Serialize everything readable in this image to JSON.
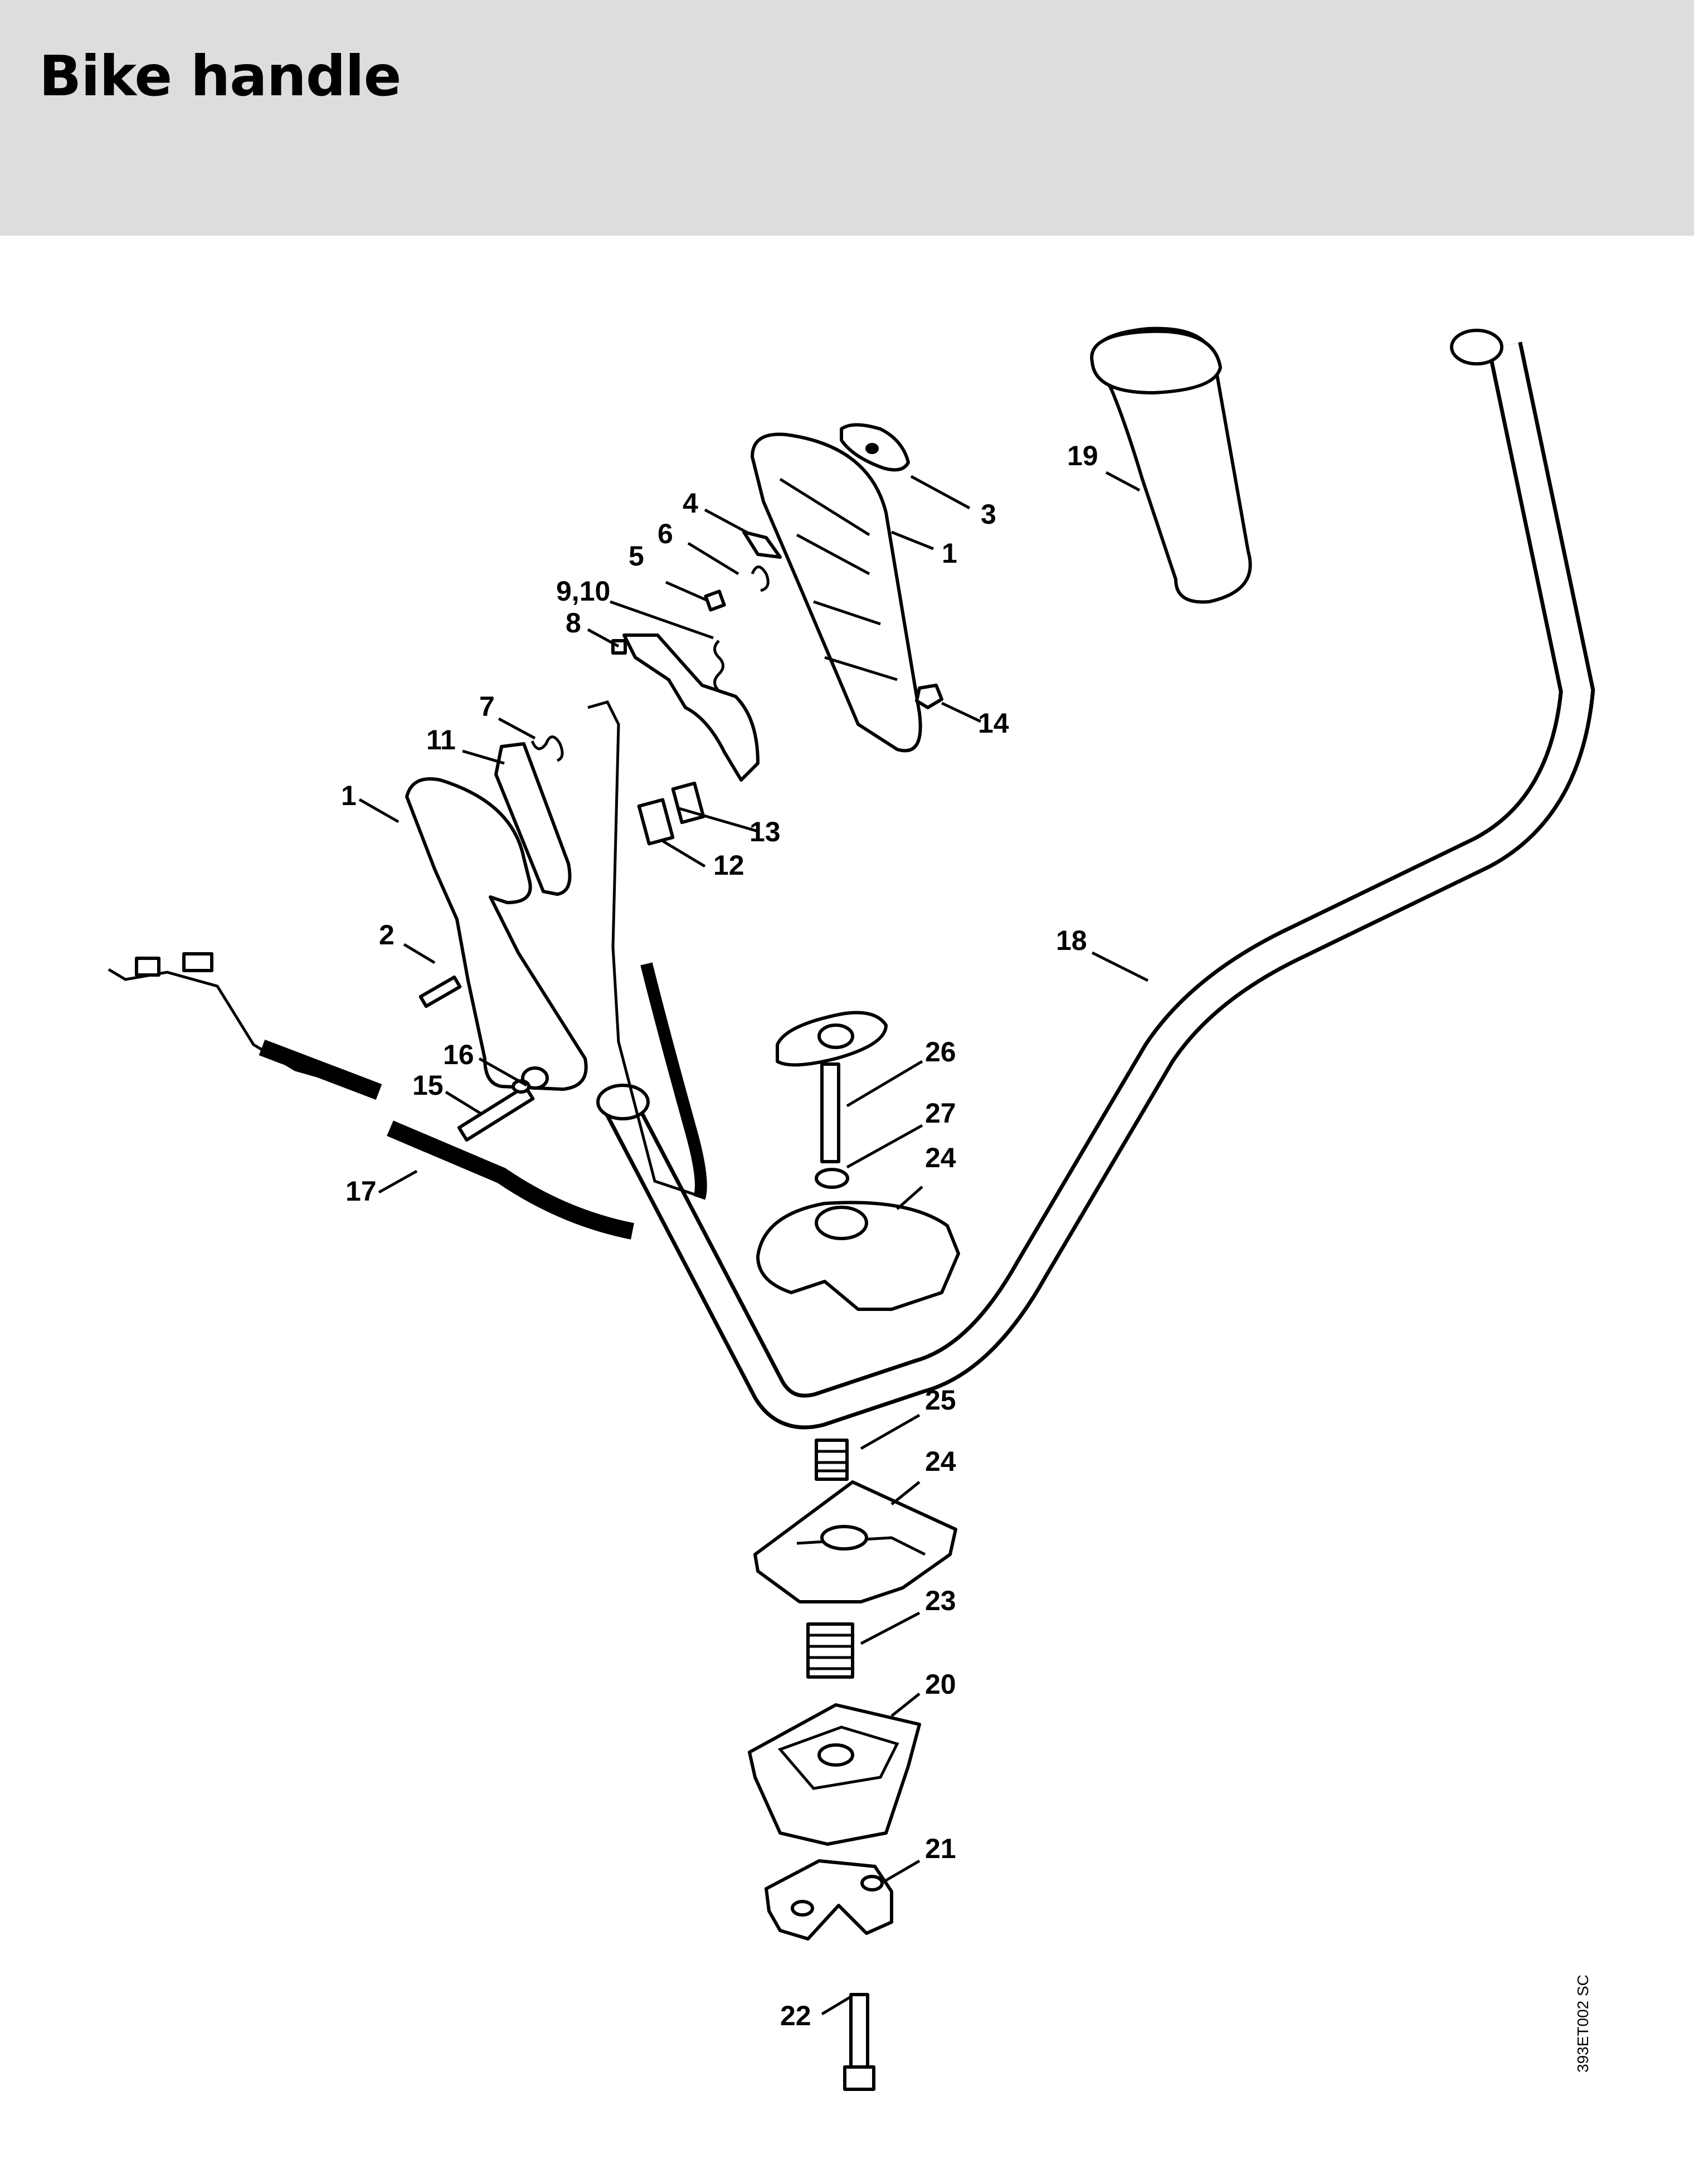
{
  "page": {
    "title": "Bike handle",
    "reference_code": "393ET002 SC"
  },
  "callouts": [
    {
      "id": "c19",
      "text": "19",
      "part": "grip"
    },
    {
      "id": "c3",
      "text": "3",
      "part": "handle-cap"
    },
    {
      "id": "c1a",
      "text": "1",
      "part": "control-handle-half-right"
    },
    {
      "id": "c4",
      "text": "4",
      "part": "contact-spring"
    },
    {
      "id": "c6",
      "text": "6",
      "part": "torsion-spring"
    },
    {
      "id": "c5",
      "text": "5",
      "part": "screw"
    },
    {
      "id": "c910",
      "text": "9,10",
      "part": "lock-lever-spring"
    },
    {
      "id": "c8",
      "text": "8",
      "part": "lock-lever"
    },
    {
      "id": "c14",
      "text": "14",
      "part": "nut"
    },
    {
      "id": "c7",
      "text": "7",
      "part": "spring"
    },
    {
      "id": "c11",
      "text": "11",
      "part": "trigger"
    },
    {
      "id": "c1b",
      "text": "1",
      "part": "control-handle-half-left"
    },
    {
      "id": "c13",
      "text": "13",
      "part": "switch-contact"
    },
    {
      "id": "c12",
      "text": "12",
      "part": "switch-contact"
    },
    {
      "id": "c2",
      "text": "2",
      "part": "screw"
    },
    {
      "id": "c18",
      "text": "18",
      "part": "handlebar"
    },
    {
      "id": "c16",
      "text": "16",
      "part": "washer"
    },
    {
      "id": "c15",
      "text": "15",
      "part": "screw"
    },
    {
      "id": "c26",
      "text": "26",
      "part": "wing-screw"
    },
    {
      "id": "c27",
      "text": "27",
      "part": "washer"
    },
    {
      "id": "c24a",
      "text": "24",
      "part": "clamp-upper"
    },
    {
      "id": "c17",
      "text": "17",
      "part": "wiring-harness"
    },
    {
      "id": "c25",
      "text": "25",
      "part": "spring"
    },
    {
      "id": "c24b",
      "text": "24",
      "part": "clamp-lower"
    },
    {
      "id": "c23",
      "text": "23",
      "part": "spring"
    },
    {
      "id": "c20",
      "text": "20",
      "part": "handle-support"
    },
    {
      "id": "c21",
      "text": "21",
      "part": "clamp"
    },
    {
      "id": "c22",
      "text": "22",
      "part": "screw"
    }
  ],
  "icons": {
    "diagram": "exploded-parts-diagram"
  }
}
